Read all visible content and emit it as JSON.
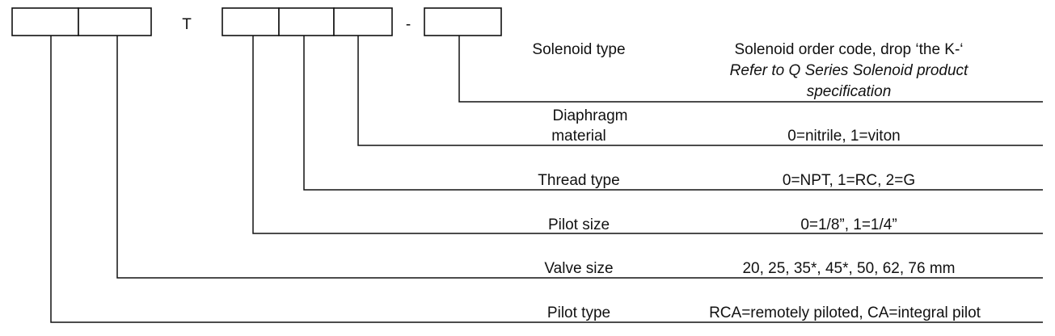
{
  "code_separators": {
    "t": "T",
    "dash": "-"
  },
  "rows": [
    {
      "id": "solenoid",
      "label_lines": [
        "Solenoid type"
      ],
      "value_lines": [
        "Solenoid order code, drop ‘the K-‘"
      ],
      "note_lines": [
        "Refer to Q Series Solenoid product",
        "specification"
      ]
    },
    {
      "id": "diaphragm",
      "label_lines": [
        "Diaphragm",
        "material"
      ],
      "value_lines": [
        "0=nitrile, 1=viton"
      ],
      "note_lines": []
    },
    {
      "id": "thread",
      "label_lines": [
        "Thread type"
      ],
      "value_lines": [
        "0=NPT, 1=RC, 2=G"
      ],
      "note_lines": []
    },
    {
      "id": "pilot-size",
      "label_lines": [
        "Pilot size"
      ],
      "value_lines": [
        "0=1/8”, 1=1/4”"
      ],
      "note_lines": []
    },
    {
      "id": "valve-size",
      "label_lines": [
        "Valve size"
      ],
      "value_lines": [
        "20, 25, 35*, 45*, 50, 62, 76 mm"
      ],
      "note_lines": []
    },
    {
      "id": "pilot-type",
      "label_lines": [
        "Pilot type"
      ],
      "value_lines": [
        "RCA=remotely piloted, CA=integral pilot"
      ],
      "note_lines": []
    }
  ]
}
